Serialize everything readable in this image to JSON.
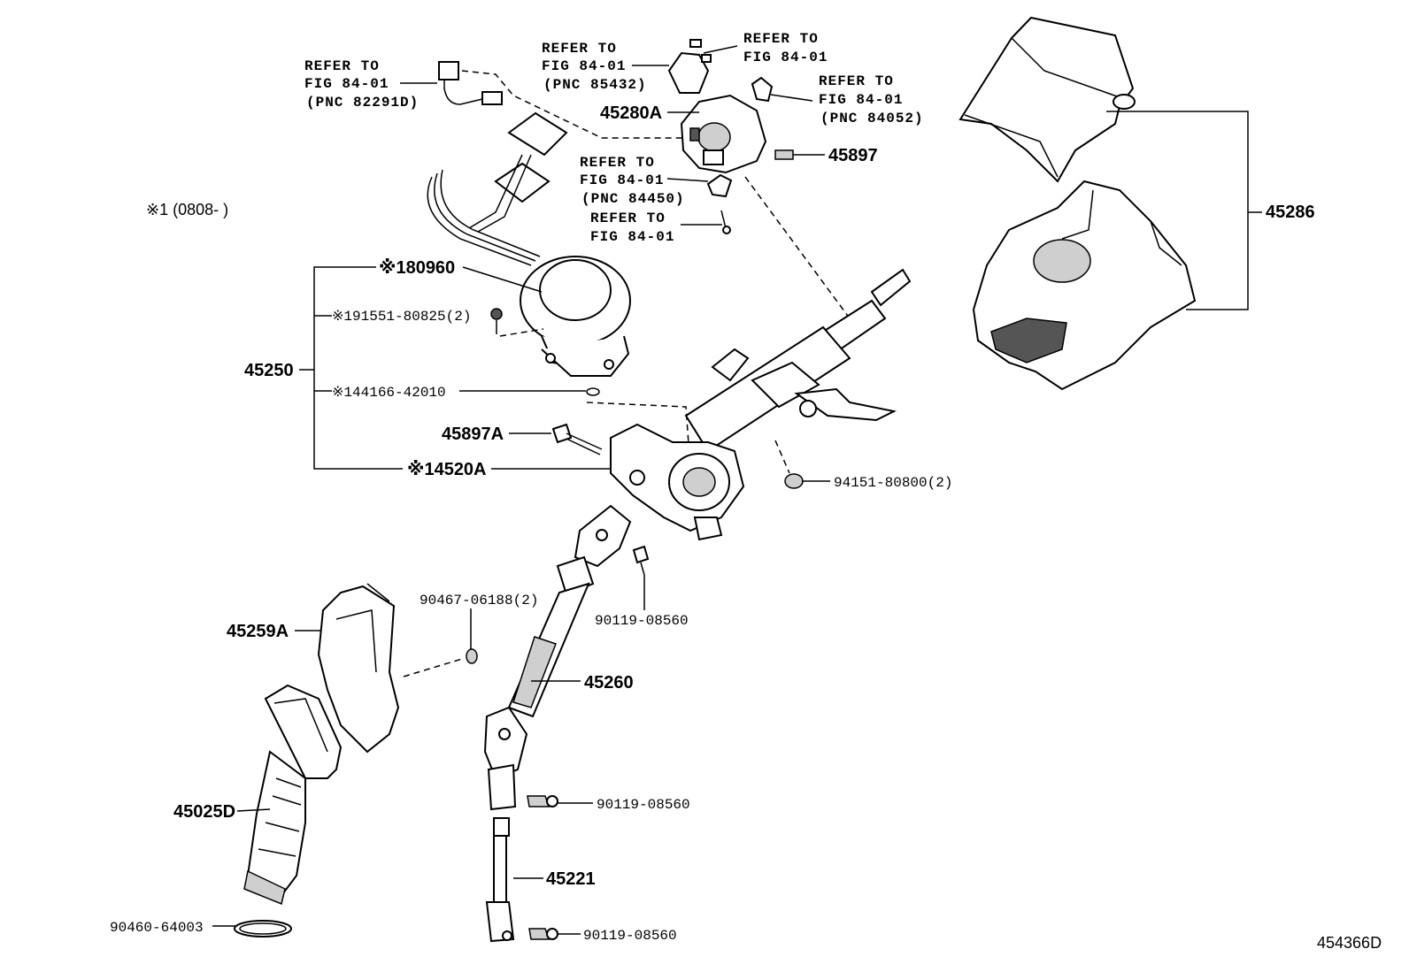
{
  "note": "※1 (0808-    )",
  "diagram_id": "454366D",
  "refs": {
    "ref_82291d": [
      "REFER TO",
      "FIG 84-01",
      "(PNC 82291D)"
    ],
    "ref_85432": [
      "REFER TO",
      "FIG 84-01",
      "(PNC 85432)"
    ],
    "ref_top": [
      "REFER TO",
      "FIG 84-01"
    ],
    "ref_84052": [
      "REFER TO",
      "FIG 84-01",
      "(PNC 84052)"
    ],
    "ref_84450": [
      "REFER TO",
      "FIG 84-01",
      "(PNC 84450)"
    ],
    "ref_mid": [
      "REFER TO",
      "FIG 84-01"
    ]
  },
  "parts": {
    "p45280A": "45280A",
    "p45897": "45897",
    "p45286": "45286",
    "p180960": "※180960",
    "p191551": "※191551-80825(2)",
    "p45250": "45250",
    "p144166": "※144166-42010",
    "p45897A": "45897A",
    "p14520A": "※14520A",
    "p94151": "94151-80800(2)",
    "p90467": "90467-06188(2)",
    "p90119a": "90119-08560",
    "p45259A": "45259A",
    "p45260": "45260",
    "p90119b": "90119-08560",
    "p45025D": "45025D",
    "p45221": "45221",
    "p90460": "90460-64003",
    "p90119c": "90119-08560"
  }
}
